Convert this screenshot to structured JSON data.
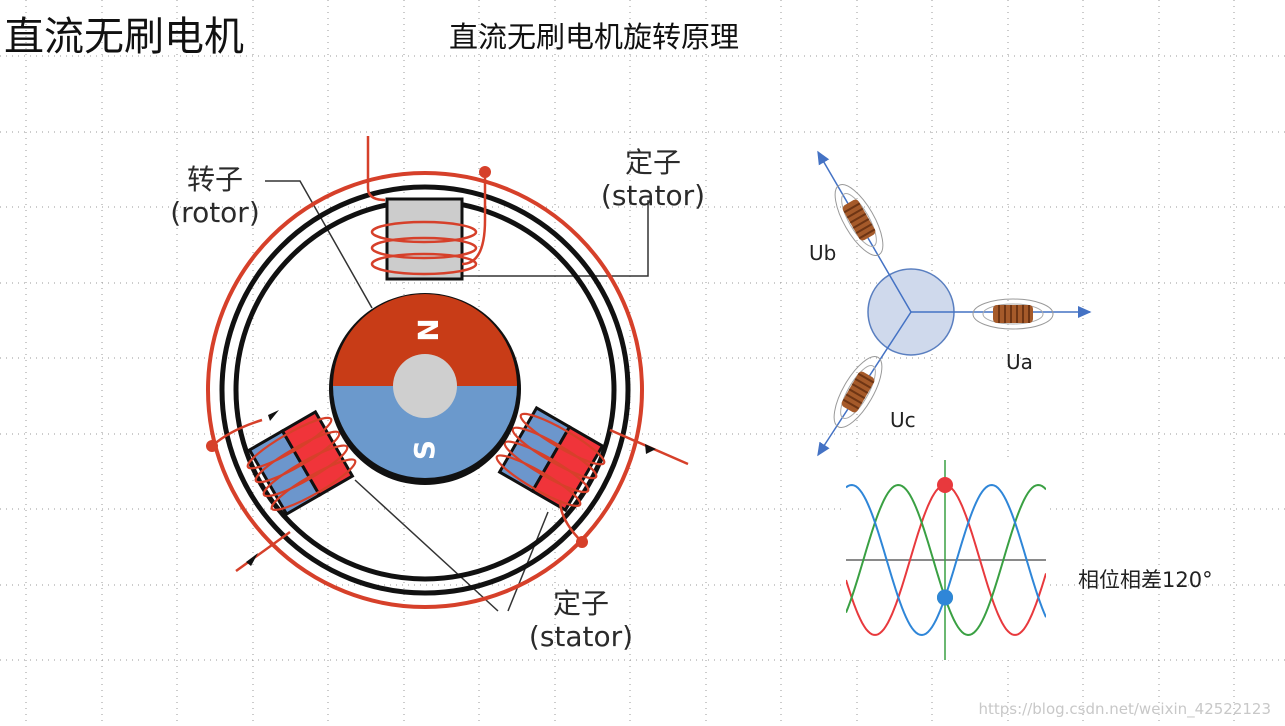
{
  "title": "直流无刷电机",
  "subtitle": "直流无刷电机旋转原理",
  "motor": {
    "rotor_label": "转子",
    "rotor_label_en": "(rotor)",
    "stator_label_top": "定子",
    "stator_label_top_en": "(stator)",
    "stator_label_bottom": "定子",
    "stator_label_bottom_en": "(stator)",
    "magnet_north": "N",
    "magnet_south": "S"
  },
  "phasors": {
    "ua": "Ua",
    "ub": "Ub",
    "uc": "Uc"
  },
  "waveform": {
    "caption": "相位相差120°"
  },
  "watermark": "https://blog.csdn.net/weixin_42522123",
  "colors": {
    "north": "#c83c17",
    "south": "#6b99cc",
    "wire": "#d6402a",
    "coil_red": "#f0343a",
    "coil_blue": "#6c96cc",
    "hub": "#cfd9ec",
    "phasor": "#4472c4",
    "wave_red": "#e8393d",
    "wave_green": "#3aa043",
    "wave_blue": "#2f86d8"
  }
}
